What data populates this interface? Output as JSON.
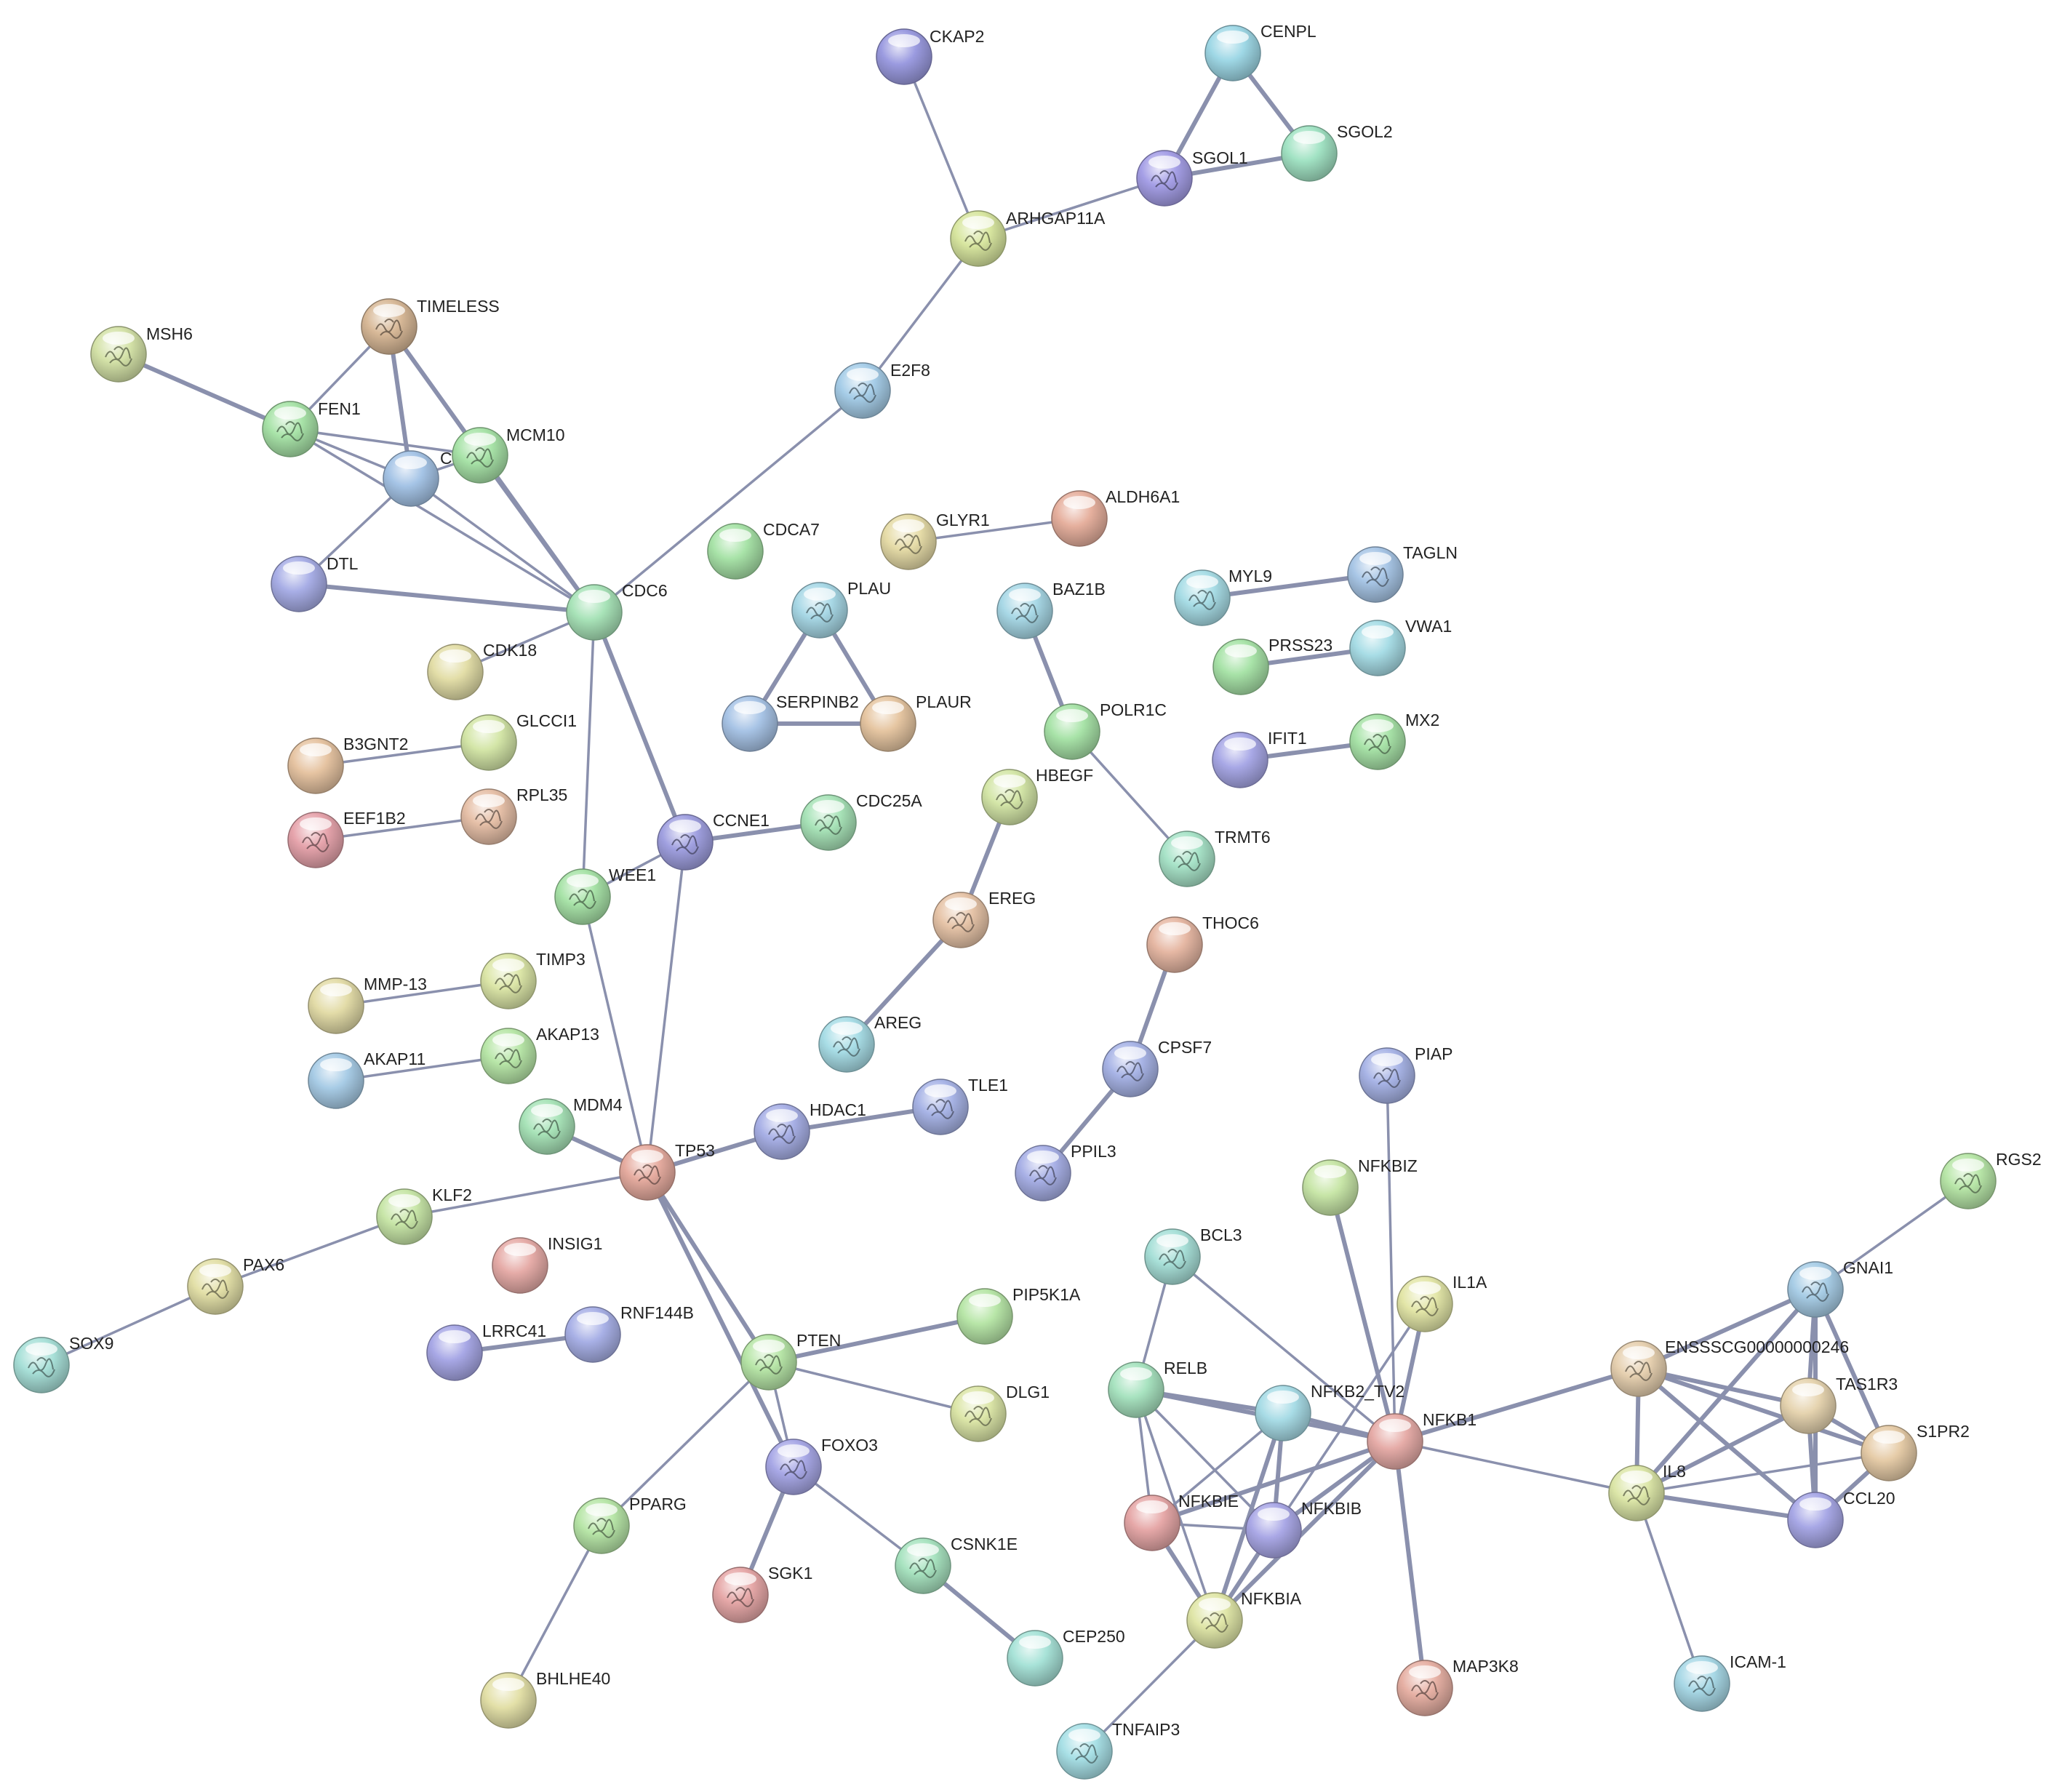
{
  "network": {
    "nodes": [
      {
        "id": "CKAP2",
        "label": "CKAP2",
        "color": "#9b9be0",
        "structure": false
      },
      {
        "id": "CENPL",
        "label": "CENPL",
        "color": "#9fd8e6",
        "structure": false
      },
      {
        "id": "SGOL2",
        "label": "SGOL2",
        "color": "#a2e3c4",
        "structure": false
      },
      {
        "id": "SGOL1",
        "label": "SGOL1",
        "color": "#a59fe6",
        "structure": true
      },
      {
        "id": "ARHGAP11A",
        "label": "ARHGAP11A",
        "color": "#d8e6a0",
        "structure": true
      },
      {
        "id": "E2F8",
        "label": "E2F8",
        "color": "#a6cde8",
        "structure": true
      },
      {
        "id": "TIMELESS",
        "label": "TIMELESS",
        "color": "#d8b998",
        "structure": true
      },
      {
        "id": "MSH6",
        "label": "MSH6",
        "color": "#d4e2a8",
        "structure": true
      },
      {
        "id": "FEN1",
        "label": "FEN1",
        "color": "#a8e3a8",
        "structure": true
      },
      {
        "id": "CLSPN",
        "label": "CLSPN",
        "color": "#a5c4e6",
        "structure": false
      },
      {
        "id": "MCM10",
        "label": "MCM10",
        "color": "#a8e3a8",
        "structure": true
      },
      {
        "id": "DTL",
        "label": "DTL",
        "color": "#a8aee6",
        "structure": false
      },
      {
        "id": "CDC6",
        "label": "CDC6",
        "color": "#a8e3b8",
        "structure": false
      },
      {
        "id": "CDCA7",
        "label": "CDCA7",
        "color": "#a8e3a8",
        "structure": false
      },
      {
        "id": "GLYR1",
        "label": "GLYR1",
        "color": "#e6dca8",
        "structure": true
      },
      {
        "id": "ALDH6A1",
        "label": "ALDH6A1",
        "color": "#e6b09e",
        "structure": false
      },
      {
        "id": "PLAU",
        "label": "PLAU",
        "color": "#a8d8e6",
        "structure": true
      },
      {
        "id": "SERPINB2",
        "label": "SERPINB2",
        "color": "#a8c4e6",
        "structure": false
      },
      {
        "id": "PLAUR",
        "label": "PLAUR",
        "color": "#e6c6a2",
        "structure": false
      },
      {
        "id": "BAZ1B",
        "label": "BAZ1B",
        "color": "#a8d8e6",
        "structure": true
      },
      {
        "id": "POLR1C",
        "label": "POLR1C",
        "color": "#a8e3a8",
        "structure": false
      },
      {
        "id": "MYL9",
        "label": "MYL9",
        "color": "#a8dde6",
        "structure": true
      },
      {
        "id": "TAGLN",
        "label": "TAGLN",
        "color": "#a8c6e6",
        "structure": true
      },
      {
        "id": "PRSS23",
        "label": "PRSS23",
        "color": "#a8e3a8",
        "structure": false
      },
      {
        "id": "VWA1",
        "label": "VWA1",
        "color": "#a8dde6",
        "structure": false
      },
      {
        "id": "IFIT1",
        "label": "IFIT1",
        "color": "#a8a8e6",
        "structure": false
      },
      {
        "id": "MX2",
        "label": "MX2",
        "color": "#a8e3a8",
        "structure": true
      },
      {
        "id": "CDK18",
        "label": "CDK18",
        "color": "#e3dea8",
        "structure": false
      },
      {
        "id": "GLCCI1",
        "label": "GLCCI1",
        "color": "#d4e6a8",
        "structure": false
      },
      {
        "id": "B3GNT2",
        "label": "B3GNT2",
        "color": "#e6c4a2",
        "structure": false
      },
      {
        "id": "EEF1B2",
        "label": "EEF1B2",
        "color": "#e6a4ac",
        "structure": true
      },
      {
        "id": "RPL35",
        "label": "RPL35",
        "color": "#e6c0a8",
        "structure": true
      },
      {
        "id": "CCNE1",
        "label": "CCNE1",
        "color": "#a0a0e0",
        "structure": true
      },
      {
        "id": "CDC25A",
        "label": "CDC25A",
        "color": "#a8e3b8",
        "structure": true
      },
      {
        "id": "HBEGF",
        "label": "HBEGF",
        "color": "#d4e6a8",
        "structure": true
      },
      {
        "id": "TRMT6",
        "label": "TRMT6",
        "color": "#a8e3c8",
        "structure": true
      },
      {
        "id": "WEE1",
        "label": "WEE1",
        "color": "#a8e3a8",
        "structure": true
      },
      {
        "id": "EREG",
        "label": "EREG",
        "color": "#e6c4a8",
        "structure": true
      },
      {
        "id": "THOC6",
        "label": "THOC6",
        "color": "#e6b8a4",
        "structure": false
      },
      {
        "id": "MMP-13",
        "label": "MMP-13",
        "color": "#e3dca8",
        "structure": false
      },
      {
        "id": "TIMP3",
        "label": "TIMP3",
        "color": "#dce6a8",
        "structure": true
      },
      {
        "id": "AKAP11",
        "label": "AKAP11",
        "color": "#a8cce6",
        "structure": false
      },
      {
        "id": "AKAP13",
        "label": "AKAP13",
        "color": "#b8e6a8",
        "structure": true
      },
      {
        "id": "AREG",
        "label": "AREG",
        "color": "#a8dde6",
        "structure": true
      },
      {
        "id": "CPSF7",
        "label": "CPSF7",
        "color": "#a8b4e6",
        "structure": true
      },
      {
        "id": "PIAP",
        "label": "PIAP",
        "color": "#a8b4e6",
        "structure": true
      },
      {
        "id": "TLE1",
        "label": "TLE1",
        "color": "#a8b4e6",
        "structure": true
      },
      {
        "id": "HDAC1",
        "label": "HDAC1",
        "color": "#a8b0e6",
        "structure": true
      },
      {
        "id": "MDM4",
        "label": "MDM4",
        "color": "#a8e3b8",
        "structure": true
      },
      {
        "id": "TP53",
        "label": "TP53",
        "color": "#e6aca0",
        "structure": true
      },
      {
        "id": "PPIL3",
        "label": "PPIL3",
        "color": "#a8b0e6",
        "structure": true
      },
      {
        "id": "NFKBIZ",
        "label": "NFKBIZ",
        "color": "#c8e6a8",
        "structure": false
      },
      {
        "id": "RGS2",
        "label": "RGS2",
        "color": "#b8e6a8",
        "structure": true
      },
      {
        "id": "KLF2",
        "label": "KLF2",
        "color": "#c8e6a8",
        "structure": true
      },
      {
        "id": "BCL3",
        "label": "BCL3",
        "color": "#a8e0d8",
        "structure": true
      },
      {
        "id": "INSIG1",
        "label": "INSIG1",
        "color": "#e6aca8",
        "structure": false
      },
      {
        "id": "GNAI1",
        "label": "GNAI1",
        "color": "#a8cde6",
        "structure": true
      },
      {
        "id": "PAX6",
        "label": "PAX6",
        "color": "#e3e0a8",
        "structure": true
      },
      {
        "id": "IL1A",
        "label": "IL1A",
        "color": "#e3e6a8",
        "structure": true
      },
      {
        "id": "LRRC41",
        "label": "LRRC41",
        "color": "#a8a8e6",
        "structure": false
      },
      {
        "id": "RNF144B",
        "label": "RNF144B",
        "color": "#a8b0e6",
        "structure": false
      },
      {
        "id": "SOX9",
        "label": "SOX9",
        "color": "#a8e0d8",
        "structure": true
      },
      {
        "id": "PIP5K1A",
        "label": "PIP5K1A",
        "color": "#b8e6a8",
        "structure": false
      },
      {
        "id": "PTEN",
        "label": "PTEN",
        "color": "#b8e6a8",
        "structure": true
      },
      {
        "id": "ENSSSCG00000000246",
        "label": "ENSSSCG00000000246",
        "color": "#e6d0b0",
        "structure": true
      },
      {
        "id": "RELB",
        "label": "RELB",
        "color": "#a8e3c0",
        "structure": false
      },
      {
        "id": "NFKB2_TV2",
        "label": "NFKB2_TV2",
        "color": "#a8dce6",
        "structure": false
      },
      {
        "id": "DLG1",
        "label": "DLG1",
        "color": "#dce6a8",
        "structure": true
      },
      {
        "id": "TAS1R3",
        "label": "TAS1R3",
        "color": "#e6d4b0",
        "structure": false
      },
      {
        "id": "NFKB1",
        "label": "NFKB1",
        "color": "#e6aca8",
        "structure": false
      },
      {
        "id": "S1PR2",
        "label": "S1PR2",
        "color": "#e6cca8",
        "structure": false
      },
      {
        "id": "FOXO3",
        "label": "FOXO3",
        "color": "#a8a8e6",
        "structure": true
      },
      {
        "id": "IL8",
        "label": "IL8",
        "color": "#dce6a8",
        "structure": true
      },
      {
        "id": "CCL20",
        "label": "CCL20",
        "color": "#a8a8e6",
        "structure": false
      },
      {
        "id": "NFKBIE",
        "label": "NFKBIE",
        "color": "#e6a8a8",
        "structure": false
      },
      {
        "id": "NFKBIB",
        "label": "NFKBIB",
        "color": "#aaa8e6",
        "structure": false
      },
      {
        "id": "PPARG",
        "label": "PPARG",
        "color": "#b8e6a8",
        "structure": true
      },
      {
        "id": "CSNK1E",
        "label": "CSNK1E",
        "color": "#a8e3c0",
        "structure": true
      },
      {
        "id": "SGK1",
        "label": "SGK1",
        "color": "#e6a8a8",
        "structure": true
      },
      {
        "id": "NFKBIA",
        "label": "NFKBIA",
        "color": "#e0e6a8",
        "structure": true
      },
      {
        "id": "CEP250",
        "label": "CEP250",
        "color": "#a8e3d8",
        "structure": false
      },
      {
        "id": "MAP3K8",
        "label": "MAP3K8",
        "color": "#e6b0a4",
        "structure": true
      },
      {
        "id": "ICAM-1",
        "label": "ICAM-1",
        "color": "#a8d8e6",
        "structure": true
      },
      {
        "id": "BHLHE40",
        "label": "BHLHE40",
        "color": "#e3e0a8",
        "structure": false
      },
      {
        "id": "TNFAIP3",
        "label": "TNFAIP3",
        "color": "#a8e0e6",
        "structure": true
      }
    ],
    "edges": [
      [
        "CKAP2",
        "ARHGAP11A",
        1
      ],
      [
        "ARHGAP11A",
        "SGOL1",
        1
      ],
      [
        "ARHGAP11A",
        "E2F8",
        1
      ],
      [
        "CENPL",
        "SGOL1",
        2
      ],
      [
        "CENPL",
        "SGOL2",
        2
      ],
      [
        "SGOL1",
        "SGOL2",
        2
      ],
      [
        "E2F8",
        "CDC6",
        1
      ],
      [
        "TIMELESS",
        "FEN1",
        1
      ],
      [
        "TIMELESS",
        "CLSPN",
        2
      ],
      [
        "TIMELESS",
        "MCM10",
        1
      ],
      [
        "TIMELESS",
        "CDC6",
        2
      ],
      [
        "MSH6",
        "FEN1",
        2
      ],
      [
        "FEN1",
        "CLSPN",
        1
      ],
      [
        "FEN1",
        "MCM10",
        1
      ],
      [
        "FEN1",
        "CDC6",
        1
      ],
      [
        "CLSPN",
        "MCM10",
        1
      ],
      [
        "CLSPN",
        "CDC6",
        1
      ],
      [
        "CLSPN",
        "DTL",
        1
      ],
      [
        "MCM10",
        "CDC6",
        2
      ],
      [
        "DTL",
        "CDC6",
        2
      ],
      [
        "CDC6",
        "CDK18",
        1
      ],
      [
        "CDC6",
        "WEE1",
        1
      ],
      [
        "CDC6",
        "CCNE1",
        2
      ],
      [
        "GLYR1",
        "ALDH6A1",
        1
      ],
      [
        "PLAU",
        "SERPINB2",
        2
      ],
      [
        "PLAU",
        "PLAUR",
        2
      ],
      [
        "SERPINB2",
        "PLAUR",
        2
      ],
      [
        "BAZ1B",
        "POLR1C",
        2
      ],
      [
        "POLR1C",
        "TRMT6",
        1
      ],
      [
        "MYL9",
        "TAGLN",
        2
      ],
      [
        "PRSS23",
        "VWA1",
        2
      ],
      [
        "IFIT1",
        "MX2",
        2
      ],
      [
        "B3GNT2",
        "GLCCI1",
        1
      ],
      [
        "EEF1B2",
        "RPL35",
        1
      ],
      [
        "CCNE1",
        "CDC25A",
        2
      ],
      [
        "CCNE1",
        "TP53",
        1
      ],
      [
        "CCNE1",
        "WEE1",
        1
      ],
      [
        "HBEGF",
        "EREG",
        2
      ],
      [
        "EREG",
        "AREG",
        2
      ],
      [
        "THOC6",
        "CPSF7",
        2
      ],
      [
        "CPSF7",
        "PPIL3",
        2
      ],
      [
        "MMP-13",
        "TIMP3",
        1
      ],
      [
        "AKAP11",
        "AKAP13",
        1
      ],
      [
        "WEE1",
        "TP53",
        1
      ],
      [
        "MDM4",
        "TP53",
        2
      ],
      [
        "TP53",
        "HDAC1",
        2
      ],
      [
        "HDAC1",
        "TLE1",
        2
      ],
      [
        "TP53",
        "KLF2",
        1
      ],
      [
        "TP53",
        "PTEN",
        2
      ],
      [
        "TP53",
        "FOXO3",
        2
      ],
      [
        "KLF2",
        "PAX6",
        1
      ],
      [
        "PAX6",
        "SOX9",
        1
      ],
      [
        "LRRC41",
        "RNF144B",
        2
      ],
      [
        "PTEN",
        "PIP5K1A",
        2
      ],
      [
        "PTEN",
        "DLG1",
        1
      ],
      [
        "PTEN",
        "FOXO3",
        1
      ],
      [
        "PTEN",
        "PPARG",
        1
      ],
      [
        "FOXO3",
        "SGK1",
        2
      ],
      [
        "FOXO3",
        "CSNK1E",
        1
      ],
      [
        "CSNK1E",
        "CEP250",
        2
      ],
      [
        "PPARG",
        "BHLHE40",
        1
      ],
      [
        "PIAP",
        "NFKB1",
        1
      ],
      [
        "NFKBIZ",
        "NFKB1",
        2
      ],
      [
        "BCL3",
        "NFKB1",
        1
      ],
      [
        "BCL3",
        "RELB",
        1
      ],
      [
        "IL1A",
        "NFKB1",
        2
      ],
      [
        "IL1A",
        "NFKBIB",
        1
      ],
      [
        "RELB",
        "NFKB2_TV2",
        2
      ],
      [
        "RELB",
        "NFKBIE",
        1
      ],
      [
        "RELB",
        "NFKBIB",
        1
      ],
      [
        "RELB",
        "NFKBIA",
        1
      ],
      [
        "RELB",
        "NFKB1",
        2
      ],
      [
        "NFKB2_TV2",
        "NFKB1",
        2
      ],
      [
        "NFKB2_TV2",
        "NFKBIE",
        1
      ],
      [
        "NFKB2_TV2",
        "NFKBIB",
        2
      ],
      [
        "NFKB2_TV2",
        "NFKBIA",
        2
      ],
      [
        "NFKB1",
        "NFKBIE",
        2
      ],
      [
        "NFKB1",
        "NFKBIB",
        2
      ],
      [
        "NFKB1",
        "NFKBIA",
        2
      ],
      [
        "NFKB1",
        "MAP3K8",
        2
      ],
      [
        "NFKB1",
        "ENSSSCG00000000246",
        2
      ],
      [
        "NFKB1",
        "IL8",
        1
      ],
      [
        "NFKBIE",
        "NFKBIB",
        1
      ],
      [
        "NFKBIE",
        "NFKBIA",
        2
      ],
      [
        "NFKBIB",
        "NFKBIA",
        2
      ],
      [
        "NFKBIA",
        "TNFAIP3",
        1
      ],
      [
        "RGS2",
        "GNAI1",
        1
      ],
      [
        "GNAI1",
        "ENSSSCG00000000246",
        2
      ],
      [
        "GNAI1",
        "TAS1R3",
        2
      ],
      [
        "GNAI1",
        "IL8",
        2
      ],
      [
        "GNAI1",
        "CCL20",
        2
      ],
      [
        "GNAI1",
        "S1PR2",
        2
      ],
      [
        "ENSSSCG00000000246",
        "TAS1R3",
        2
      ],
      [
        "ENSSSCG00000000246",
        "IL8",
        2
      ],
      [
        "ENSSSCG00000000246",
        "CCL20",
        2
      ],
      [
        "ENSSSCG00000000246",
        "S1PR2",
        2
      ],
      [
        "TAS1R3",
        "IL8",
        2
      ],
      [
        "TAS1R3",
        "CCL20",
        2
      ],
      [
        "TAS1R3",
        "S1PR2",
        2
      ],
      [
        "IL8",
        "CCL20",
        2
      ],
      [
        "IL8",
        "S1PR2",
        1
      ],
      [
        "CCL20",
        "S1PR2",
        2
      ],
      [
        "IL8",
        "ICAM-1",
        1
      ]
    ]
  }
}
